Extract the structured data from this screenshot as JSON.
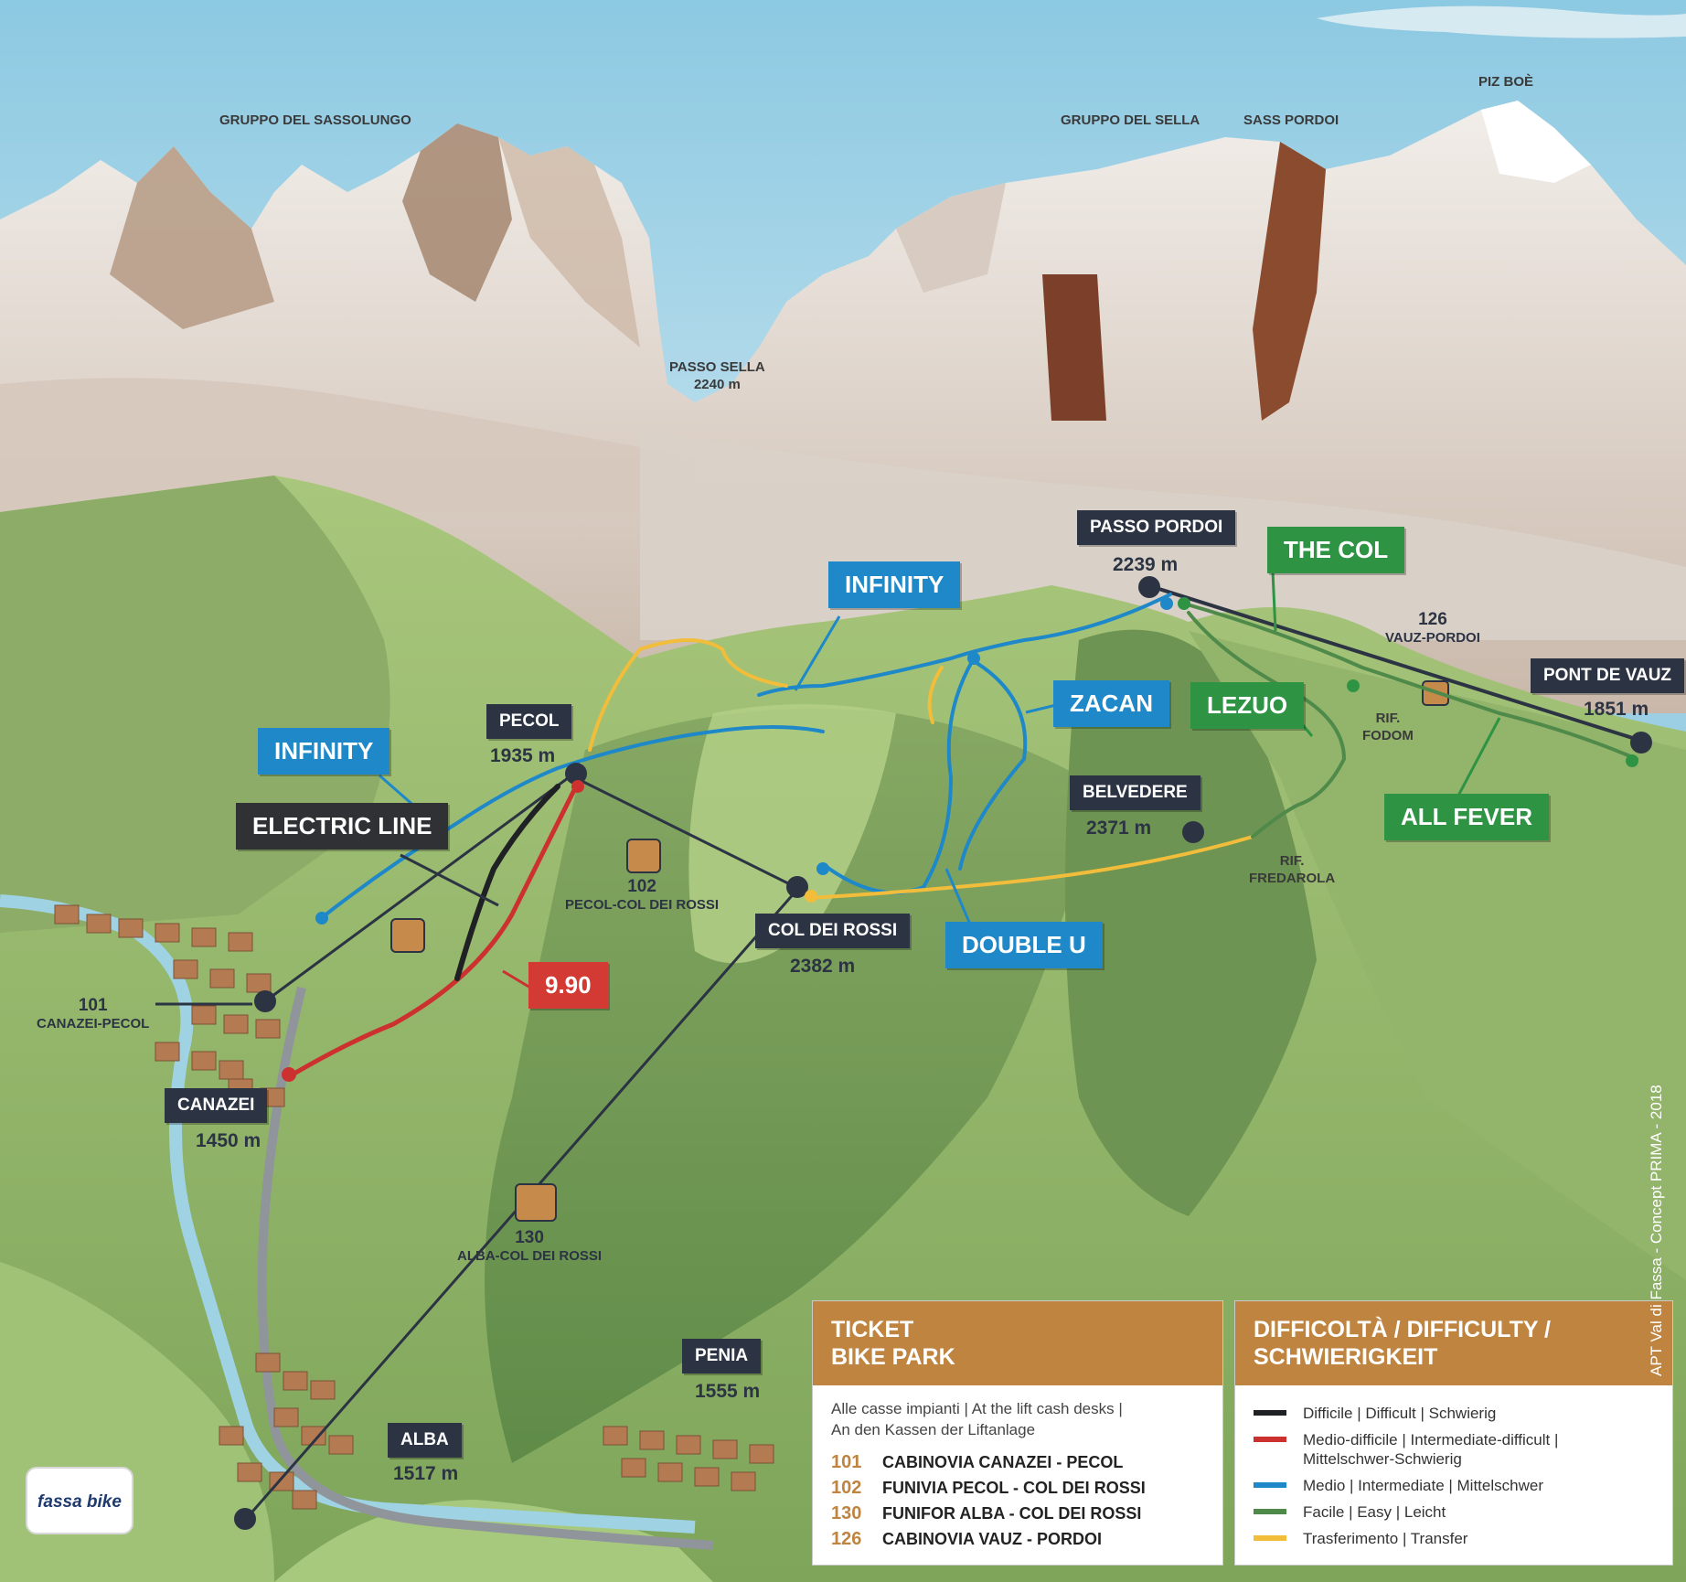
{
  "peaks": [
    {
      "name": "GRUPPO DEL SASSOLUNGO"
    },
    {
      "name": "GRUPPO DEL SELLA"
    },
    {
      "name": "SASS PORDOI"
    },
    {
      "name": "PIZ BOÈ"
    },
    {
      "name": "PASSO SELLA",
      "elevation": "2240 m"
    }
  ],
  "locations": {
    "passo_pordoi": {
      "name": "PASSO PORDOI",
      "elevation": "2239 m"
    },
    "pecol": {
      "name": "PECOL",
      "elevation": "1935 m"
    },
    "belvedere": {
      "name": "BELVEDERE",
      "elevation": "2371 m"
    },
    "col_dei_rossi": {
      "name": "COL DEI ROSSI",
      "elevation": "2382 m"
    },
    "pont_de_vauz": {
      "name": "PONT DE VAUZ",
      "elevation": "1851 m"
    },
    "canazei": {
      "name": "CANAZEI",
      "elevation": "1450 m"
    },
    "penia": {
      "name": "PENIA",
      "elevation": "1555 m"
    },
    "alba": {
      "name": "ALBA",
      "elevation": "1517 m"
    }
  },
  "huts": {
    "fodom": "RIF.\nFODOM",
    "fredarola": "RIF.\nFREDAROLA"
  },
  "trails": {
    "infinity_top": {
      "name": "INFINITY",
      "color": "#1e88c8"
    },
    "infinity_left": {
      "name": "INFINITY",
      "color": "#1e88c8"
    },
    "electric_line": {
      "name": "ELECTRIC LINE",
      "color": "#2f3135"
    },
    "zacan": {
      "name": "ZACAN",
      "color": "#1e88c8"
    },
    "double_u": {
      "name": "DOUBLE U",
      "color": "#1e88c8"
    },
    "the_col": {
      "name": "THE COL",
      "color": "#2e9444"
    },
    "lezuo": {
      "name": "LEZUO",
      "color": "#2e9444"
    },
    "all_fever": {
      "name": "ALL FEVER",
      "color": "#2e9444"
    },
    "nine_ninety": {
      "name": "9.90",
      "color": "#d23a33"
    }
  },
  "lifts": {
    "l101": {
      "number": "101",
      "name": "CANAZEI-PECOL"
    },
    "l102": {
      "number": "102",
      "name": "PECOL-COL DEI ROSSI"
    },
    "l126": {
      "number": "126",
      "name": "VAUZ-PORDOI"
    },
    "l130": {
      "number": "130",
      "name": "ALBA-COL DEI ROSSI"
    }
  },
  "ticket": {
    "title_line1": "TICKET",
    "title_line2": "BIKE PARK",
    "note_line1": "Alle casse impianti | At the lift cash desks |",
    "note_line2": "An den Kassen der Liftanlage",
    "items": [
      {
        "number": "101",
        "label": "CABINOVIA CANAZEI - PECOL"
      },
      {
        "number": "102",
        "label": "FUNIVIA PECOL - COL DEI ROSSI"
      },
      {
        "number": "130",
        "label": "FUNIFOR ALBA - COL DEI ROSSI"
      },
      {
        "number": "126",
        "label": "CABINOVIA VAUZ - PORDOI"
      }
    ]
  },
  "difficulty": {
    "title_line1": "DIFFICOLTÀ / DIFFICULTY /",
    "title_line2": "SCHWIERIGKEIT",
    "items": [
      {
        "label": "Difficile | Difficult | Schwierig",
        "color": "#1f2124"
      },
      {
        "label": "Medio-difficile | Intermediate-difficult |\nMittelschwer-Schwierig",
        "color": "#cc3130"
      },
      {
        "label": "Medio | Intermediate | Mittelschwer",
        "color": "#1e88c8"
      },
      {
        "label": "Facile | Easy | Leicht",
        "color": "#4f8a4a"
      },
      {
        "label": "Trasferimento | Transfer",
        "color": "#f1bd3a"
      }
    ]
  },
  "credit": "APT Val di Fassa - Concept PRIMA - 2018",
  "logo_text": "fassa bike",
  "colors": {
    "sky": "#9ccfe4",
    "hud": "#2c3343",
    "ticket": "#bf8440"
  }
}
